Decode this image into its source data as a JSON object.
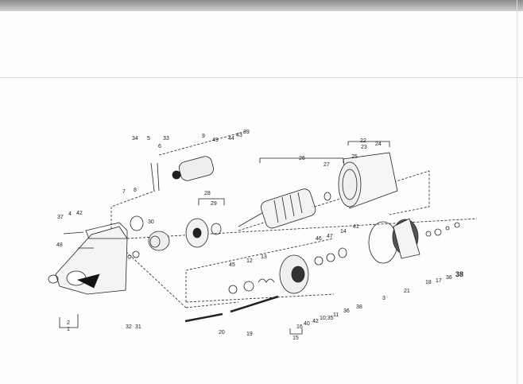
{
  "diagram": {
    "subject": "starter-motor-exploded-view",
    "callouts": [
      "34",
      "5",
      "33",
      "6",
      "9",
      "49",
      "44",
      "43",
      "39",
      "26",
      "27",
      "22",
      "23",
      "24",
      "25",
      "7",
      "8",
      "28",
      "29",
      "30",
      "37",
      "4",
      "42",
      "48",
      "46",
      "47",
      "14",
      "41",
      "45",
      "12",
      "13",
      "2",
      "1",
      "32",
      "31",
      "20",
      "19",
      "16",
      "40",
      "42",
      "10;35",
      "11",
      "36",
      "38",
      "3",
      "21",
      "18",
      "17",
      "36",
      "38",
      "15"
    ]
  }
}
